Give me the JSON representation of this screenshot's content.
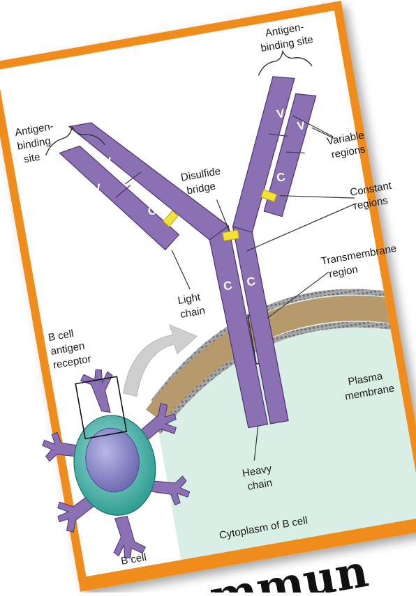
{
  "colors": {
    "frame": "#f08c1a",
    "chain": "#8c70b4",
    "chain_dark": "#5a3f85",
    "bridge": "#f4e23a",
    "membrane": "#b79a6c",
    "cytoplasm": "#d9efe6"
  },
  "labels": {
    "antigen_binding_left": [
      "Antigen-",
      "binding",
      "site"
    ],
    "antigen_binding_right": [
      "Antigen-",
      "binding site"
    ],
    "disulfide_bridge": [
      "Disulfide",
      "bridge"
    ],
    "variable_regions": [
      "Variable",
      "regions"
    ],
    "constant_regions": [
      "Constant",
      "regions"
    ],
    "transmembrane_region": [
      "Transmembrane",
      "region"
    ],
    "light_chain": [
      "Light",
      "chain"
    ],
    "heavy_chain": [
      "Heavy",
      "chain"
    ],
    "plasma_membrane": [
      "Plasma",
      "membrane"
    ],
    "b_cell_receptor": [
      "B cell",
      "antigen",
      "receptor"
    ],
    "b_cell": "B cell",
    "cytoplasm": "Cytoplasm of B cell",
    "v": "V",
    "c": "C",
    "bottom_text": "mmun"
  }
}
